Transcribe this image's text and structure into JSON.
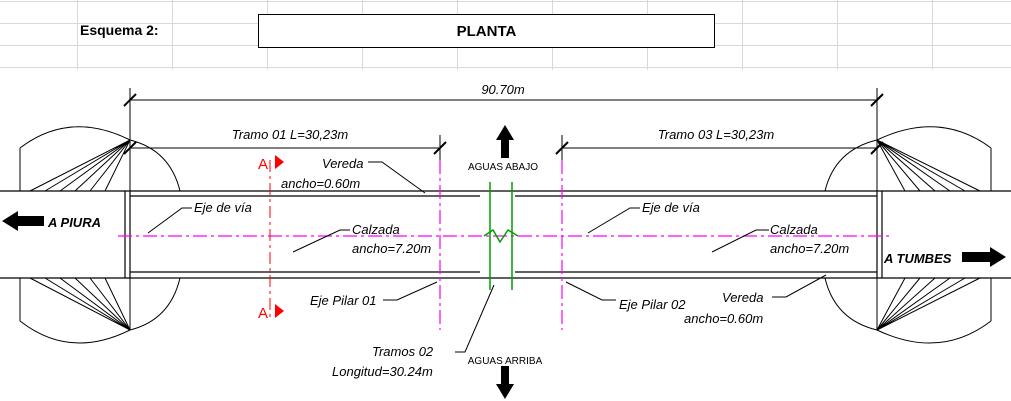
{
  "header": {
    "label": "Esquema 2:",
    "title": "PLANTA"
  },
  "plan": {
    "total_length": "90.70m",
    "span_1": "Tramo 01 L=30,23m",
    "span_3": "Tramo 03 L=30,23m",
    "vereda_label": "Vereda",
    "vereda_width": "ancho=0.60m",
    "aguas_abajo": "AGUAS ABAJO",
    "aguas_arriba": "AGUAS ARRIBA",
    "eje_via": "Eje de vía",
    "calzada_label": "Calzada",
    "calzada_width": "ancho=7.20m",
    "a_piura": "A PIURA",
    "a_tumbes": "A TUMBES",
    "eje_pilar_1": "Eje Pilar 01",
    "eje_pilar_2": "Eje Pilar 02",
    "tramos_02": "Tramos 02",
    "tramos_02_length": "Longitud=30.24m",
    "section_marker": "A",
    "colors": {
      "line": "#000000",
      "axis": "#ff00ff",
      "section": "#ff0000",
      "pier": "#00a000"
    }
  }
}
